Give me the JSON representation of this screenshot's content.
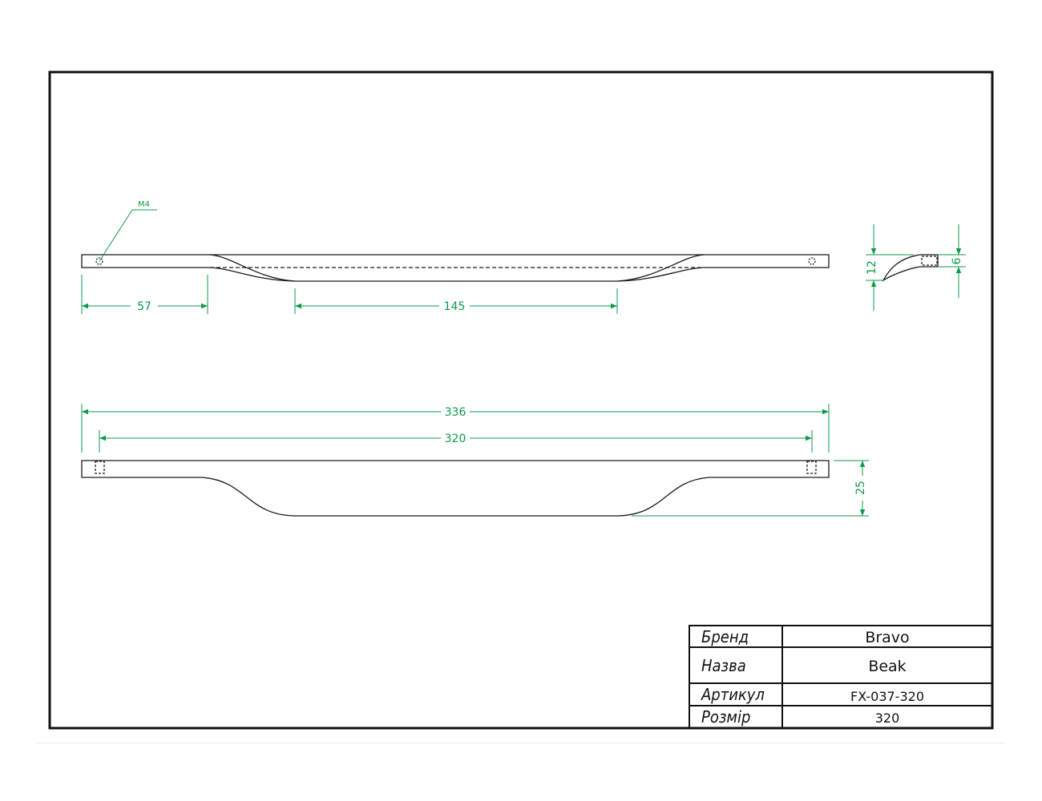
{
  "colors": {
    "outline": "#1a1a1a",
    "dimension": "#0e9a4a"
  },
  "labels": {
    "thread": "M4",
    "dim_57": "57",
    "dim_145": "145",
    "dim_336": "336",
    "dim_320": "320",
    "dim_25": "25",
    "dim_12": "12",
    "dim_6": "6"
  },
  "title_block": {
    "rows": [
      {
        "label": "Бренд",
        "value": "Bravo"
      },
      {
        "label": "Назва",
        "value": "Beak"
      },
      {
        "label": "Артикул",
        "value": "FX-037-320"
      },
      {
        "label": "Розмір",
        "value": "320"
      }
    ]
  }
}
